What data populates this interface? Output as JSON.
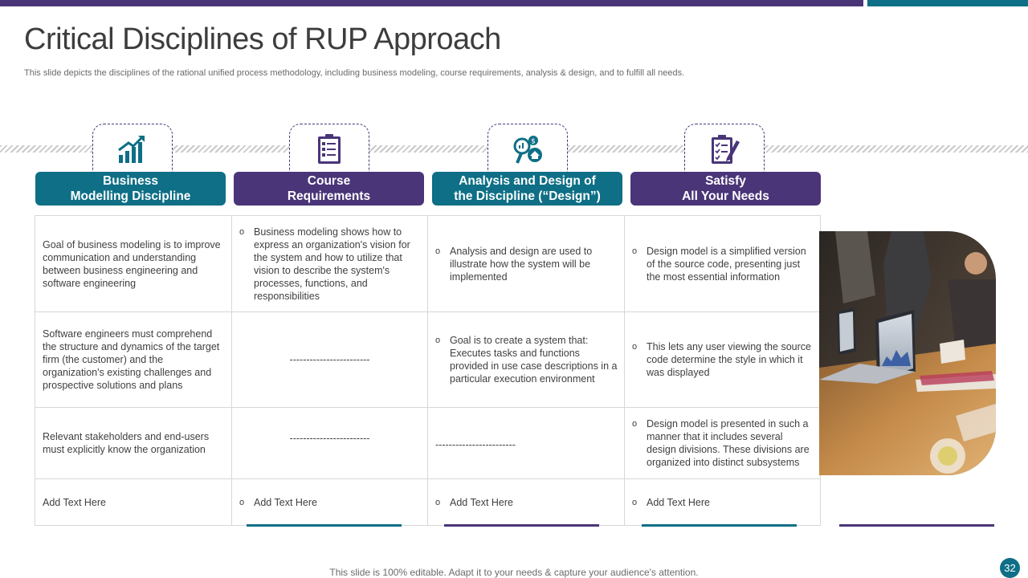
{
  "slide": {
    "title": "Critical Disciplines of RUP Approach",
    "subtitle": "This slide depicts the disciplines of the rational unified process methodology, including business modeling, course requirements, analysis & design, and to fulfill all needs.",
    "footer": "This slide is 100% editable. Adapt it to your needs & capture your audience's attention.",
    "page_number": "32"
  },
  "colors": {
    "purple": "#4a3578",
    "teal": "#0e6f86"
  },
  "columns": [
    {
      "line1": "Business",
      "line2": "Modelling Discipline",
      "icon": "bar-chart-growth-icon"
    },
    {
      "line1": "Course",
      "line2": "Requirements",
      "icon": "clipboard-checklist-icon"
    },
    {
      "line1": "Analysis and Design of",
      "line2": "the Discipline (“Design”)",
      "icon": "analysis-finance-icon"
    },
    {
      "line1": "Satisfy",
      "line2": "All Your Needs",
      "icon": "checklist-pen-icon"
    }
  ],
  "rows": [
    [
      "Goal of business modeling is to improve communication and understanding between business engineering and software engineering",
      "Business modeling shows how to express an organization's vision for the system and how to utilize that vision to describe the system's processes, functions, and responsibilities",
      "Analysis and design are used to illustrate how the system will be implemented",
      "Design model is a simplified version of the source code, presenting just the most essential information"
    ],
    [
      "Software engineers must comprehend the structure and dynamics of the target firm (the customer) and the organization's existing challenges and prospective solutions and plans",
      "------------------------",
      "Goal is to create a system that: Executes tasks and functions provided in use case descriptions in a particular execution environment",
      "This lets any user viewing the source code determine the style in which it was displayed"
    ],
    [
      "Relevant stakeholders and end-users must explicitly know the organization",
      "------------------------",
      "------------------------",
      "Design model is presented in such a manner that it includes several design divisions. These divisions are organized into distinct subsystems"
    ],
    [
      "Add Text Here",
      "Add Text Here",
      "Add Text Here",
      "Add Text Here"
    ]
  ]
}
